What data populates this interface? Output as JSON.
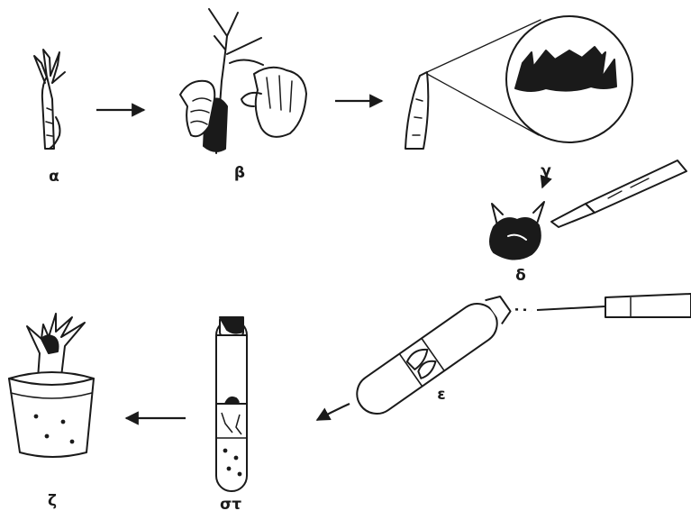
{
  "steps": [
    {
      "id": "a",
      "label": "α"
    },
    {
      "id": "b",
      "label": "β"
    },
    {
      "id": "c",
      "label": "γ"
    },
    {
      "id": "d",
      "label": "δ"
    },
    {
      "id": "e",
      "label": "ε"
    },
    {
      "id": "st",
      "label": "στ"
    },
    {
      "id": "z",
      "label": "ζ"
    }
  ],
  "colors": {
    "ink": "#1a1a1a",
    "paper": "#ffffff"
  }
}
